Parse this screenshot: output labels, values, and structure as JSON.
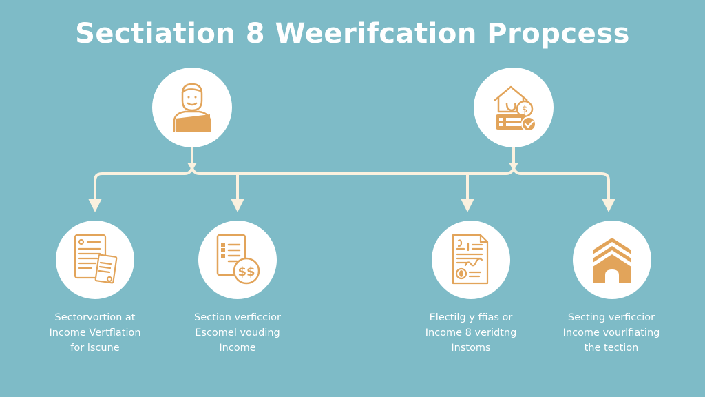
{
  "title": "Sectiation 8 Weerifcation Propcess",
  "colors": {
    "background": "#7ebbc7",
    "node_fill": "#ffffff",
    "icon_accent": "#e2a45a",
    "connector": "#fbf1df",
    "text": "#ffffff"
  },
  "top_nodes": [
    {
      "id": "applicant",
      "icon": "person-with-laptop-icon"
    },
    {
      "id": "housing-income",
      "icon": "house-dollar-check-icon"
    }
  ],
  "bottom_nodes": [
    {
      "id": "step-1",
      "icon": "documents-icon",
      "caption": [
        "Sectorvortion at",
        "Income Vertflation",
        "for lscune"
      ]
    },
    {
      "id": "step-2",
      "icon": "checklist-dollar-icon",
      "caption": [
        "Section verficcior",
        "Escomel vouding",
        "Income"
      ]
    },
    {
      "id": "step-3",
      "icon": "signed-document-icon",
      "caption": [
        "Electilg y ffias or",
        "Income 8 veridtng",
        "Instoms"
      ]
    },
    {
      "id": "step-4",
      "icon": "house-icon",
      "caption": [
        "Secting verficcior",
        "Income vourlfiating",
        "the tection"
      ]
    }
  ]
}
